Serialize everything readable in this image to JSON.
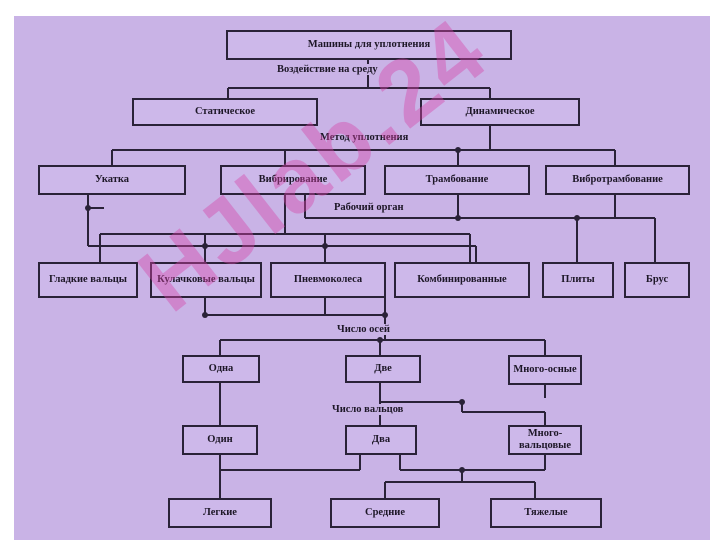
{
  "diagram": {
    "root": "Машины для уплотнения",
    "label_impact": "Воздействие на среду",
    "static": "Статическое",
    "dynamic": "Динамическое",
    "label_method": "Метод уплотнения",
    "rolling": "Укатка",
    "vibration": "Вибрирование",
    "tamping": "Трамбование",
    "vibro_tamping": "Вибротрамбование",
    "label_working_organ": "Рабочий орган",
    "smooth_rollers": "Гладкие вальцы",
    "cam_rollers": "Кулачковые вальцы",
    "pneumatic_tires": "Пневмоколеса",
    "combined": "Комбинированные",
    "plates": "Плиты",
    "beam": "Брус",
    "label_axles": "Число осей",
    "axles_one": "Одна",
    "axles_two": "Две",
    "axles_multi": "Много-осные",
    "label_rollers": "Число вальцов",
    "rollers_one": "Один",
    "rollers_two": "Два",
    "rollers_multi": "Много-вальцовые",
    "light": "Легкие",
    "medium": "Средние",
    "heavy": "Тяжелые"
  },
  "watermark": "HJlab.24",
  "colors": {
    "background": "#c9b3e6",
    "box_border": "#2a2238",
    "watermark": "#d746aa"
  }
}
